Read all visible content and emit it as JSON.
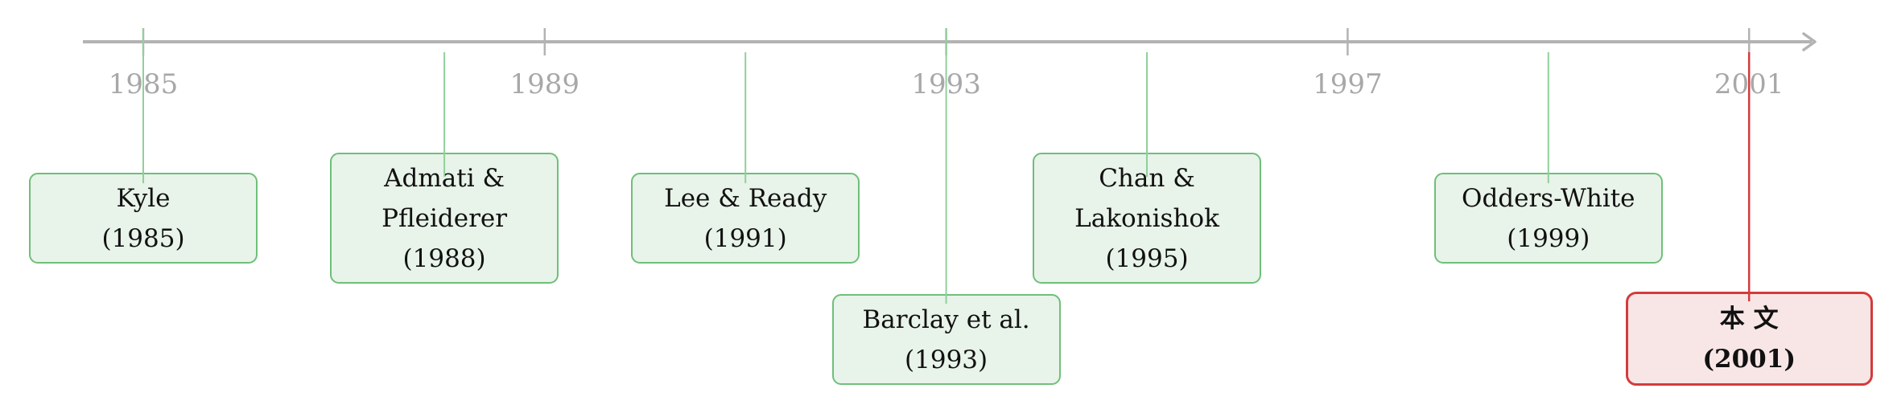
{
  "timeline": {
    "axis_color": "#b3b3b3",
    "tick_label_color": "#a8a8a8",
    "connector_color": "#8fd09a",
    "highlight_color": "#d33b3b",
    "box_fill": "#e8f3e9",
    "box_border": "#6fbf7a",
    "highlight_fill": "#f8e6e6",
    "ticks": [
      "1985",
      "1989",
      "1993",
      "1997",
      "2001"
    ],
    "events": [
      {
        "id": "kyle",
        "lines": [
          "Kyle",
          "(1985)"
        ],
        "year": 1985,
        "highlight": false
      },
      {
        "id": "admati",
        "lines": [
          "Admati &",
          "Pfleiderer",
          "(1988)"
        ],
        "year": 1988,
        "highlight": false
      },
      {
        "id": "lee",
        "lines": [
          "Lee & Ready",
          "(1991)"
        ],
        "year": 1991,
        "highlight": false
      },
      {
        "id": "barclay",
        "lines": [
          "Barclay et al.",
          "(1993)"
        ],
        "year": 1993,
        "highlight": false
      },
      {
        "id": "chan",
        "lines": [
          "Chan &",
          "Lakonishok",
          "(1995)"
        ],
        "year": 1995,
        "highlight": false
      },
      {
        "id": "odders",
        "lines": [
          "Odders-White",
          "(1999)"
        ],
        "year": 1999,
        "highlight": false
      },
      {
        "id": "thispaper",
        "lines": [
          "本 文",
          "(2001)"
        ],
        "year": 2001,
        "highlight": true
      }
    ]
  }
}
